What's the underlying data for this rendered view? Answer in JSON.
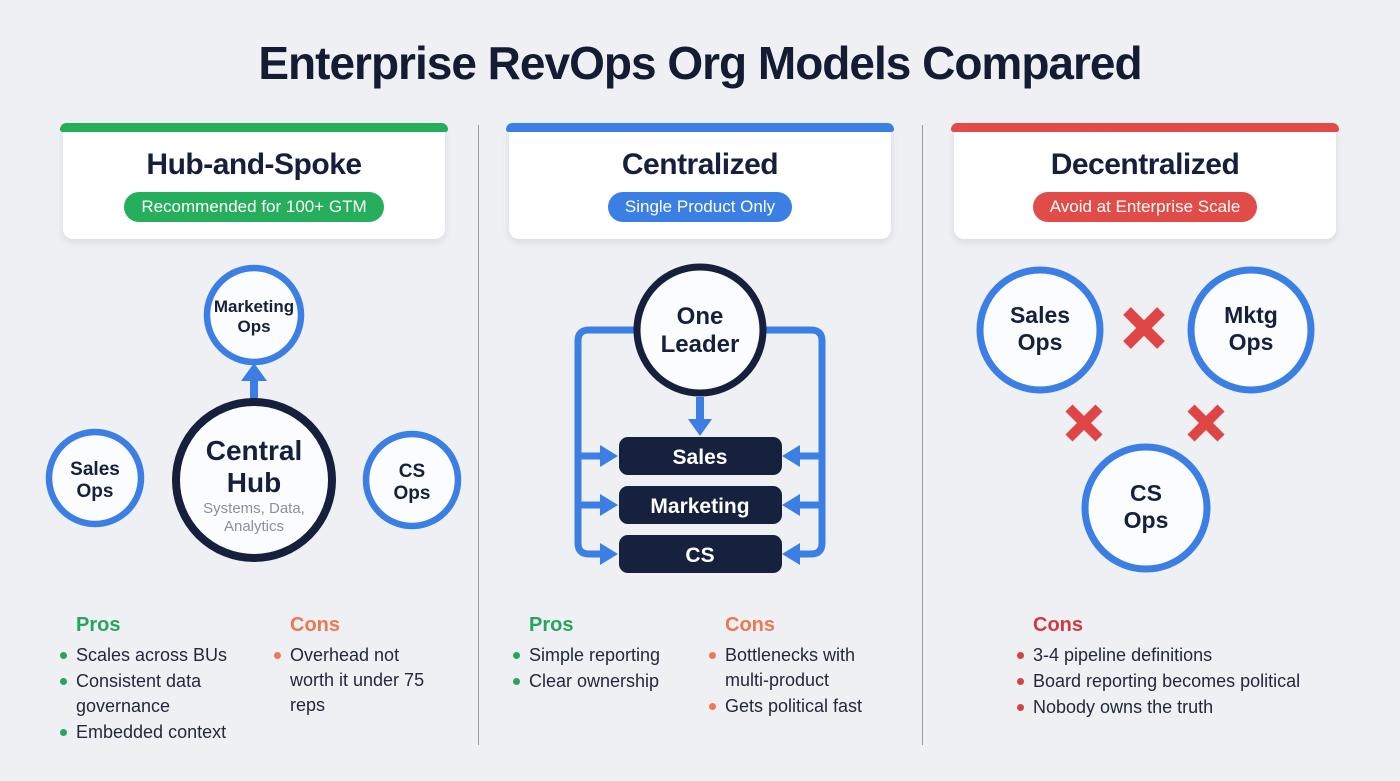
{
  "page_title": "Enterprise RevOps Org Models Compared",
  "colors": {
    "background": "#eef0f4",
    "navy": "#16203c",
    "blue": "#3b7fe4",
    "green": "#25ae5c",
    "red": "#e14b48",
    "pros_green": "#27a55e",
    "cons_orange": "#ec7950",
    "cons_red": "#cf3a43",
    "x_mark_red": "#e04545",
    "sub_gray": "#8a909c"
  },
  "columns": [
    {
      "title": "Hub-and-Spoke",
      "badge": "Recommended for 100+ GTM",
      "diagram": {
        "hub_line1": "Central",
        "hub_line2": "Hub",
        "hub_sub1": "Systems, Data,",
        "hub_sub2": "Analytics",
        "top_line1": "Marketing",
        "top_line2": "Ops",
        "left_line1": "Sales",
        "left_line2": "Ops",
        "right_line1": "CS",
        "right_line2": "Ops"
      },
      "pros_heading": "Pros",
      "pros": [
        "Scales across BUs",
        "Consistent data governance",
        "Embedded context"
      ],
      "cons_heading": "Cons",
      "cons": [
        "Overhead not worth it under 75 reps"
      ]
    },
    {
      "title": "Centralized",
      "badge": "Single Product Only",
      "diagram": {
        "leader_line1": "One",
        "leader_line2": "Leader",
        "boxes": [
          "Sales",
          "Marketing",
          "CS"
        ]
      },
      "pros_heading": "Pros",
      "pros": [
        "Simple reporting",
        "Clear ownership"
      ],
      "cons_heading": "Cons",
      "cons": [
        "Bottlenecks with multi-product",
        "Gets political fast"
      ]
    },
    {
      "title": "Decentralized",
      "badge": "Avoid at Enterprise Scale",
      "diagram": {
        "circle1_line1": "Sales",
        "circle1_line2": "Ops",
        "circle2_line1": "Mktg",
        "circle2_line2": "Ops",
        "circle3_line1": "CS",
        "circle3_line2": "Ops"
      },
      "cons_heading": "Cons",
      "cons": [
        "3-4 pipeline definitions",
        "Board reporting becomes political",
        "Nobody owns the truth"
      ]
    }
  ]
}
